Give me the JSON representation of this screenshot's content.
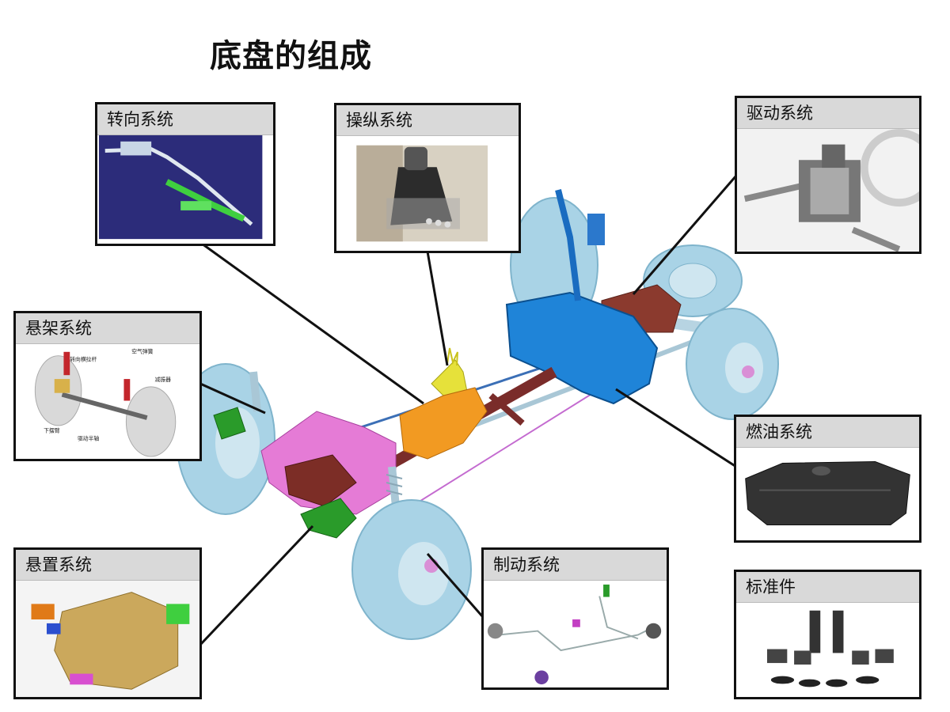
{
  "page": {
    "title": "底盘的组成"
  },
  "panels": {
    "steering": {
      "label": "转向系统"
    },
    "control": {
      "label": "操纵系统"
    },
    "drive": {
      "label": "驱动系统"
    },
    "suspension": {
      "label": "悬架系统",
      "callouts": [
        "转向横拉杆",
        "空气弹簧",
        "减振器",
        "下摆臂",
        "驱动半轴"
      ]
    },
    "fuel": {
      "label": "燃油系统"
    },
    "mount": {
      "label": "悬置系统"
    },
    "brake": {
      "label": "制动系统"
    },
    "fasteners": {
      "label": "标准件"
    }
  }
}
